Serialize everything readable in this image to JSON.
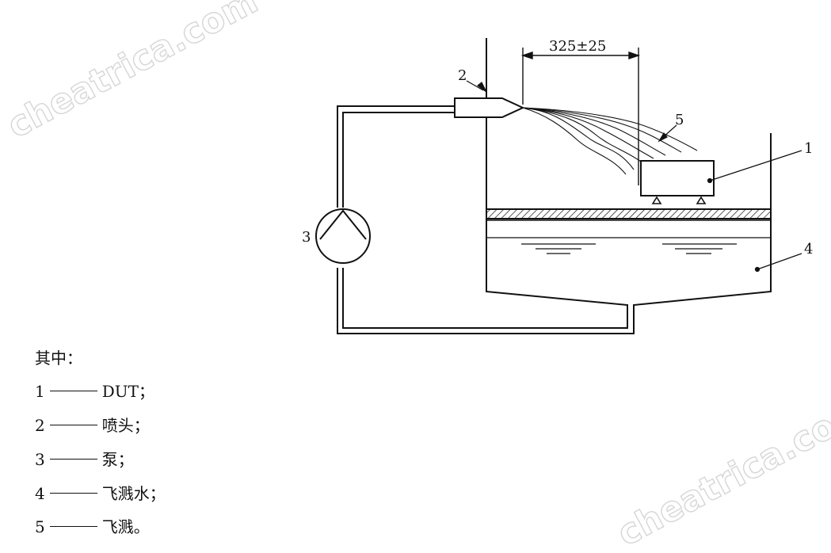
{
  "watermark": "cheatrica.com",
  "diagram": {
    "dimension": "325±25",
    "callouts": [
      "1",
      "2",
      "3",
      "4",
      "5"
    ]
  },
  "legend": {
    "heading": "其中：",
    "items": [
      {
        "num": "1",
        "text": "DUT；"
      },
      {
        "num": "2",
        "text": "喷头；"
      },
      {
        "num": "3",
        "text": "泵；"
      },
      {
        "num": "4",
        "text": "飞溅水；"
      },
      {
        "num": "5",
        "text": "飞溅。"
      }
    ]
  }
}
